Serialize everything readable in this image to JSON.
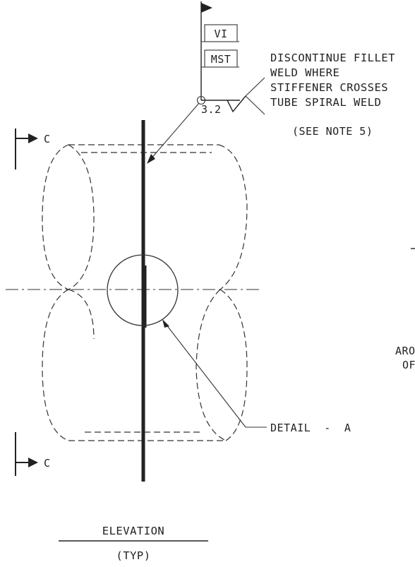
{
  "weld_symbol": {
    "tag_top": "VI",
    "tag_bottom": "MST",
    "weld_size": "3.2"
  },
  "note": {
    "lines": [
      "DISCONTINUE FILLET",
      "WELD WHERE",
      "STIFFENER CROSSES",
      "TUBE SPIRAL WELD"
    ],
    "ref": "(SEE NOTE 5)"
  },
  "section_marks": {
    "top": "C",
    "bottom": "C"
  },
  "detail_label": "DETAIL  -  A",
  "title": {
    "main": "ELEVATION",
    "sub": "(TYP)"
  },
  "partial_text": {
    "line1": "ARO",
    "line2": "OF"
  }
}
